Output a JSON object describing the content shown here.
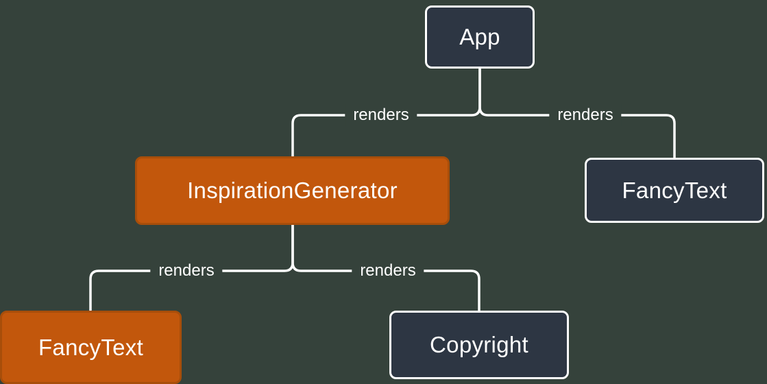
{
  "diagram": {
    "type": "component-render-tree",
    "nodes": {
      "app": {
        "label": "App",
        "style": "dark"
      },
      "inspiration_generator": {
        "label": "InspirationGenerator",
        "style": "orange"
      },
      "fancy_text_right": {
        "label": "FancyText",
        "style": "dark"
      },
      "fancy_text_left": {
        "label": "FancyText",
        "style": "orange"
      },
      "copyright": {
        "label": "Copyright",
        "style": "dark"
      }
    },
    "edges": [
      {
        "from": "App",
        "to": "InspirationGenerator",
        "label": "renders"
      },
      {
        "from": "App",
        "to": "FancyText",
        "label": "renders"
      },
      {
        "from": "InspirationGenerator",
        "to": "FancyText",
        "label": "renders"
      },
      {
        "from": "InspirationGenerator",
        "to": "Copyright",
        "label": "renders"
      }
    ]
  },
  "colors": {
    "background": "#35423b",
    "node_dark": "#2d3643",
    "node_orange": "#c2570c",
    "node_orange_border": "#a84e0a",
    "line": "#ffffff",
    "text": "#ffffff"
  }
}
